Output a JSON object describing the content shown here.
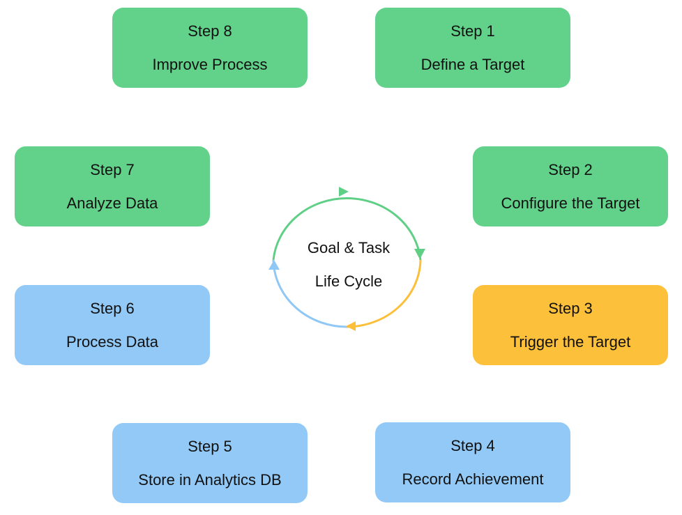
{
  "diagram": {
    "center": {
      "line1": "Goal & Task",
      "line2": "Life Cycle"
    },
    "colors": {
      "green": "#62d18a",
      "yellow": "#fdc03a",
      "blue": "#92c9f7",
      "arc_green": "#5fcf86",
      "arc_yellow": "#fbbf3a",
      "arc_blue": "#8fc7f5"
    },
    "steps": [
      {
        "step": "Step 1",
        "label": "Define a Target",
        "color": "green"
      },
      {
        "step": "Step 2",
        "label": "Configure the Target",
        "color": "green"
      },
      {
        "step": "Step 3",
        "label": "Trigger the Target",
        "color": "yellow"
      },
      {
        "step": "Step 4",
        "label": "Record Achievement",
        "color": "blue"
      },
      {
        "step": "Step 5",
        "label": "Store in Analytics DB",
        "color": "blue"
      },
      {
        "step": "Step 6",
        "label": "Process Data",
        "color": "blue"
      },
      {
        "step": "Step 7",
        "label": "Analyze Data",
        "color": "green"
      },
      {
        "step": "Step 8",
        "label": "Improve Process",
        "color": "green"
      }
    ]
  }
}
